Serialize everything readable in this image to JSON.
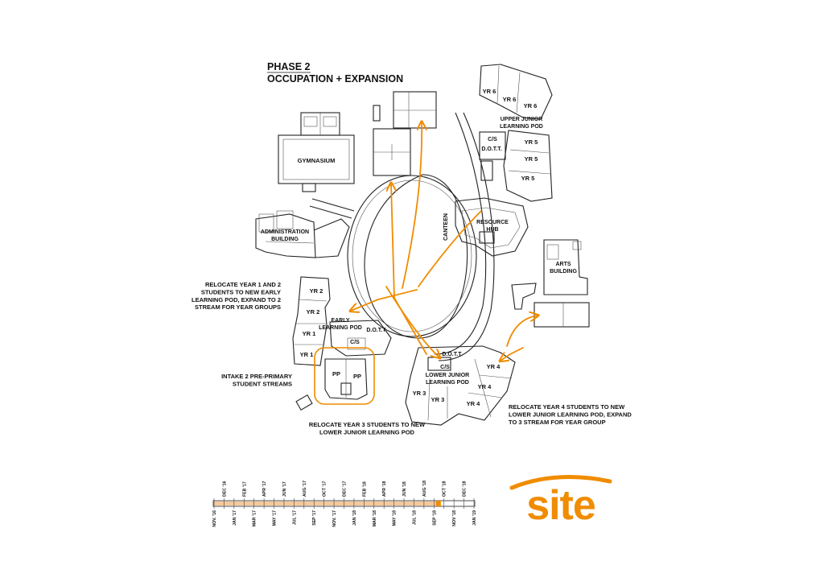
{
  "header": {
    "phase": "PHASE 2",
    "subtitle": "OCCUPATION + EXPANSION"
  },
  "buildings": {
    "gymnasium": "GYMNASIUM",
    "administration": "ADMINISTRATION\nBUILDING",
    "canteen": "CANTEEN",
    "resource_hub": "RESOURCE\nHUB",
    "arts": "ARTS\nBUILDING"
  },
  "upper_pod": {
    "title": "UPPER JUNIOR\nLEARNING POD",
    "rooms": [
      "YR 6",
      "YR 6",
      "YR 6",
      "YR 5",
      "YR 5",
      "YR 5"
    ],
    "cs": "C/S",
    "dott": "D.O.T.T."
  },
  "early_pod": {
    "title": "EARLY\nLEARNING POD",
    "rooms": [
      "YR 2",
      "YR 2",
      "YR 1",
      "YR 1"
    ],
    "cs": "C/S",
    "dott": "D.O.T.T.",
    "pp_rooms": [
      "PP",
      "PP"
    ]
  },
  "lower_pod": {
    "title": "LOWER JUNIOR\nLEARNING POD",
    "rooms": [
      "YR 3",
      "YR 3",
      "YR 4",
      "YR 4",
      "YR 4"
    ],
    "cs": "C/S",
    "dott": "D.O.T.T."
  },
  "notes": {
    "relocate_y1_y2": "RELOCATE YEAR 1 AND 2\nSTUDENTS TO NEW EARLY\nLEARNING POD, EXPAND TO 2\nSTREAM FOR YEAR GROUPS",
    "intake_pp": "INTAKE 2 PRE-PRIMARY\nSTUDENT STREAMS",
    "relocate_y3": "RELOCATE YEAR 3 STUDENTS TO NEW\nLOWER JUNIOR LEARNING POD",
    "relocate_y4": "RELOCATE YEAR 4 STUDENTS TO NEW\nLOWER JUNIOR LEARNING POD, EXPAND\nTO 3 STREAM FOR YEAR GROUP"
  },
  "timeline": {
    "top_labels": [
      "DEC '16",
      "FEB '17",
      "APR '17",
      "JUN '17",
      "AUG '17",
      "OCT '17",
      "DEC '17",
      "FEB '18",
      "APR '18",
      "JUN '18",
      "AUG '18",
      "OCT '18",
      "DEC '18"
    ],
    "bottom_labels": [
      "NOV. '16",
      "JAN '17",
      "MAR '17",
      "MAY '17",
      "JUL '17",
      "SEP '17",
      "NOV. '17",
      "JAN '18",
      "MAR '18",
      "MAY '18",
      "JUL '18",
      "SEP '18",
      "NOV '18",
      "JAN '19"
    ],
    "progress": 0.86,
    "accent": "#f6c89a",
    "marker": "#f08c00"
  },
  "brand": {
    "logo_text": "site",
    "color": "#f08c00"
  },
  "colors": {
    "arrow": "#f08c00",
    "line": "#222222"
  }
}
